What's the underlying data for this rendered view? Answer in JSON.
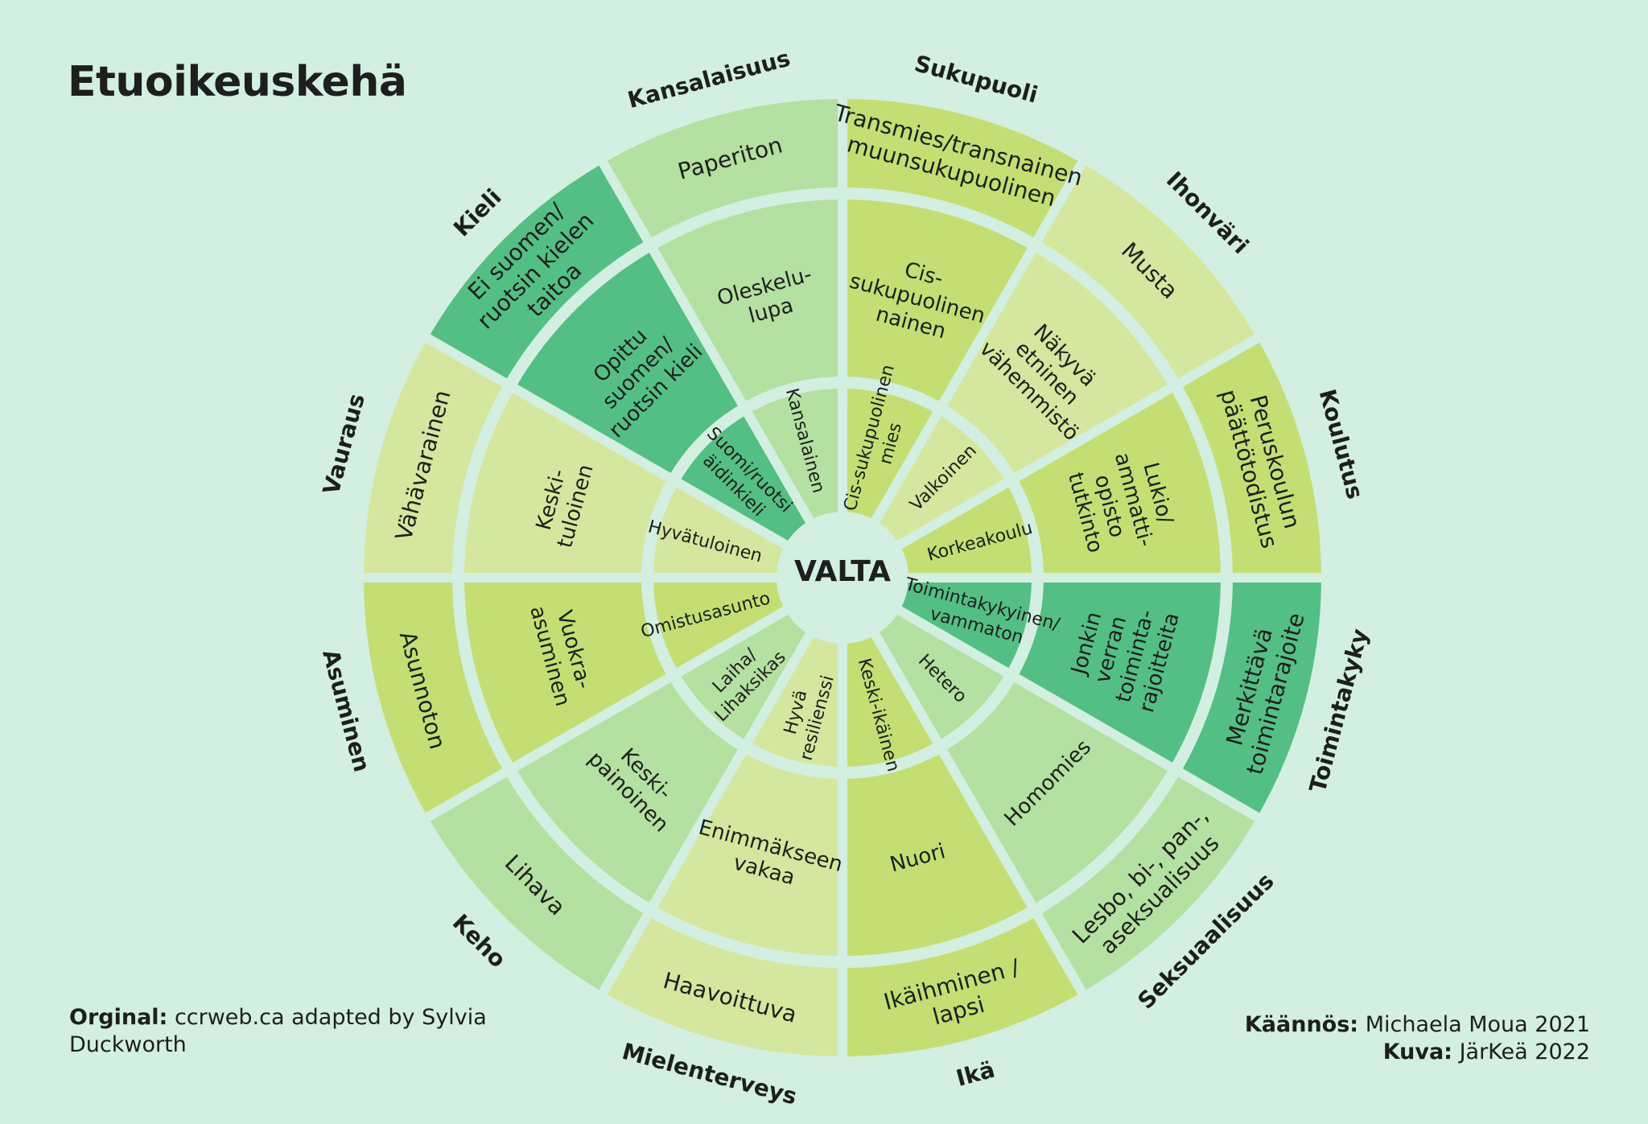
{
  "title": "Etuoikeuskehä",
  "center_label": "VALTA",
  "colors": {
    "background": "#d3efe1",
    "dark_green": "#54bf84",
    "light_green": "#b4e0a1",
    "lime": "#c4de74",
    "pale_lime": "#d5e79e",
    "text": "#1e1e1e"
  },
  "credits": {
    "left_label": "Orginal:",
    "left_text": "ccrweb.ca adapted by Sylvia Duckworth",
    "translation_label": "Käännös:",
    "translation_text": "Michaela Moua 2021",
    "image_label": "Kuva:",
    "image_text": "JärKeä 2022"
  },
  "sectors": [
    {
      "category": "Sukupuoli",
      "color": "lime",
      "rings": [
        [
          "Cis-sukupuolinen",
          "mies"
        ],
        [
          "Cis-",
          "sukupuolinen",
          "nainen"
        ],
        [
          "Transmies/transnainen",
          "muunsukupuolinen"
        ]
      ]
    },
    {
      "category": "Ihonväri",
      "color": "pale_lime",
      "rings": [
        [
          "Valkoinen"
        ],
        [
          "Näkyvä",
          "etninen",
          "vähemmistö"
        ],
        [
          "Musta"
        ]
      ]
    },
    {
      "category": "Koulutus",
      "color": "lime",
      "rings": [
        [
          "Korkeakoulu"
        ],
        [
          "Lukio/",
          "ammatti-",
          "opisto",
          "tutkinto"
        ],
        [
          "Peruskoulun",
          "päättötodistus"
        ]
      ]
    },
    {
      "category": "Toimintakyky",
      "color": "dark_green",
      "rings": [
        [
          "Toimintakykyinen/",
          "vammaton"
        ],
        [
          "Jonkin",
          "verran",
          "toiminta-",
          "rajoitteita"
        ],
        [
          "Merkittävä",
          "toimintarajoite"
        ]
      ]
    },
    {
      "category": "Seksuaalisuus",
      "color": "light_green",
      "rings": [
        [
          "Hetero"
        ],
        [
          "Homomies"
        ],
        [
          "Lesbo, bi-, pan-,",
          "aseksualisuus"
        ]
      ]
    },
    {
      "category": "Ikä",
      "color": "lime",
      "rings": [
        [
          "Keski-ikäinen"
        ],
        [
          "Nuori"
        ],
        [
          "Ikäihminen /",
          "lapsi"
        ]
      ]
    },
    {
      "category": "Mielenterveys",
      "color": "pale_lime",
      "rings": [
        [
          "Hyvä",
          "resilienssi"
        ],
        [
          "Enimmäkseen",
          "vakaa"
        ],
        [
          "Haavoittuva"
        ]
      ]
    },
    {
      "category": "Keho",
      "color": "light_green",
      "rings": [
        [
          "Laiha/",
          "Lihaksikas"
        ],
        [
          "Keski-",
          "painoinen"
        ],
        [
          "Lihava"
        ]
      ]
    },
    {
      "category": "Asuminen",
      "color": "lime",
      "rings": [
        [
          "Omistusasunto"
        ],
        [
          "Vuokra-",
          "asuminen"
        ],
        [
          "Asunnoton"
        ]
      ]
    },
    {
      "category": "Vauraus",
      "color": "pale_lime",
      "rings": [
        [
          "Hyvätuloinen"
        ],
        [
          "Keski-",
          "tuloinen"
        ],
        [
          "Vähävarainen"
        ]
      ]
    },
    {
      "category": "Kieli",
      "color": "dark_green",
      "rings": [
        [
          "Suomi/ruotsi",
          "äidinkieli"
        ],
        [
          "Opittu",
          "suomen/",
          "ruotsin kieli"
        ],
        [
          "Ei suomen/",
          "ruotsin kielen",
          "taitoa"
        ]
      ]
    },
    {
      "category": "Kansalaisuus",
      "color": "light_green",
      "rings": [
        [
          "Kansalainen"
        ],
        [
          "Oleskelu-",
          "lupa"
        ],
        [
          "Paperiton"
        ]
      ]
    }
  ]
}
